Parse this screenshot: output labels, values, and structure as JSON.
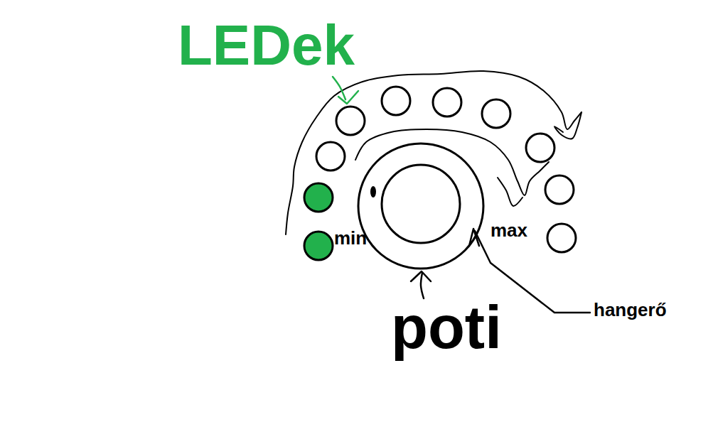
{
  "diagram": {
    "labels": [
      "LEDek",
      "min",
      "max",
      "poti",
      "hangerő"
    ]
  }
}
